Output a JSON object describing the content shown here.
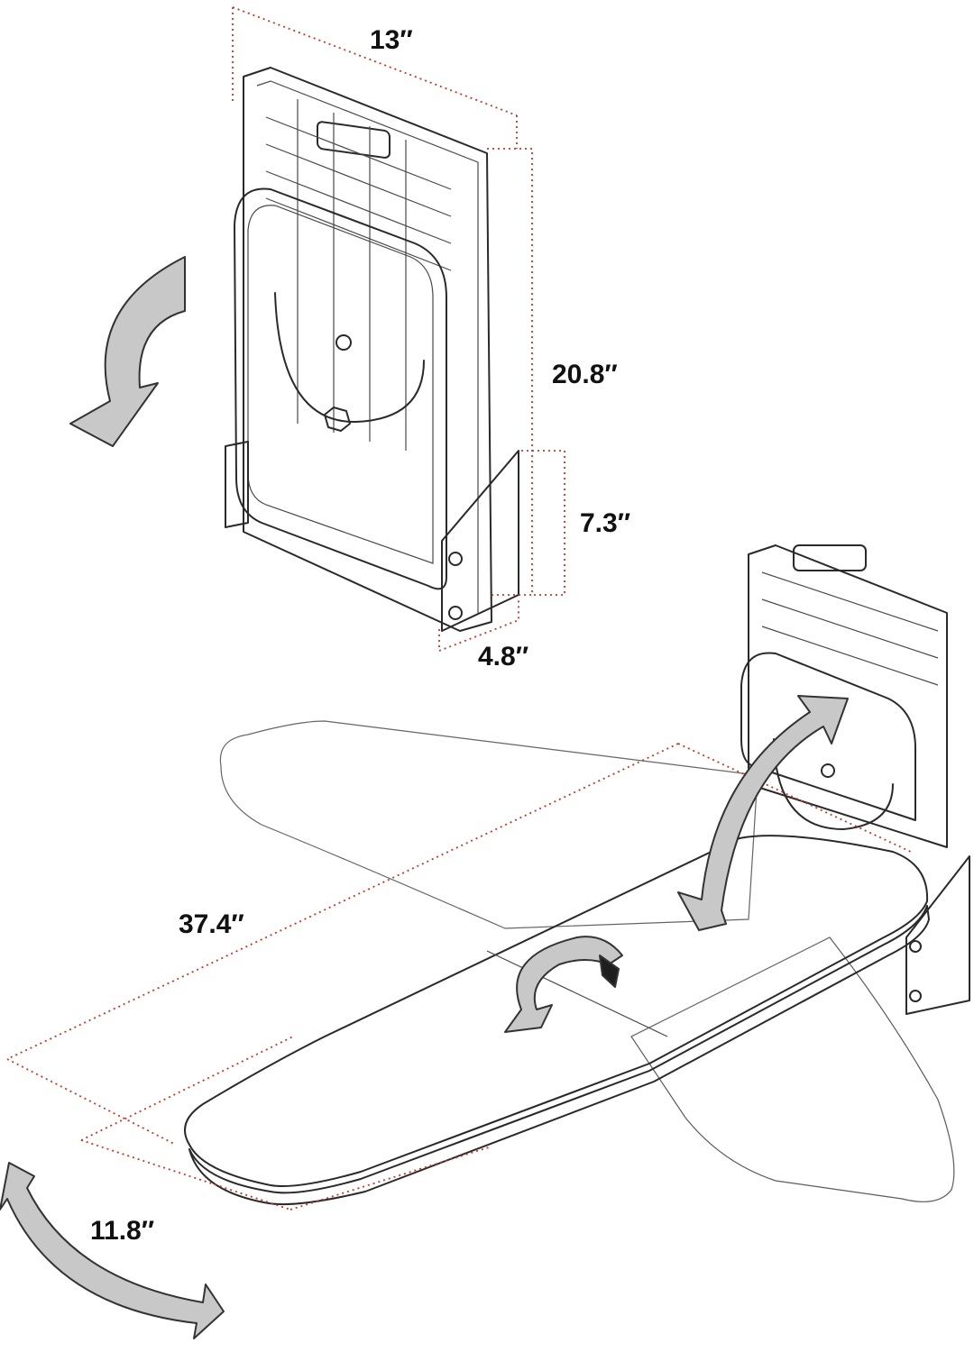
{
  "dimensions": {
    "width_folded": "13″",
    "height_folded": "20.8″",
    "bracket_height": "7.3″",
    "depth_folded": "4.8″",
    "board_length": "37.4″",
    "board_width": "11.8″"
  },
  "colors": {
    "dimension_line": "#c0392b",
    "outline": "#2a2a2a",
    "arrow_fill": "#c8c8c8",
    "board_fill": "#f2f2f2"
  },
  "icons": [
    "rotate-down-arrow-icon",
    "swing-arrow-icon",
    "flip-arrow-icon",
    "pivot-arrow-icon"
  ]
}
